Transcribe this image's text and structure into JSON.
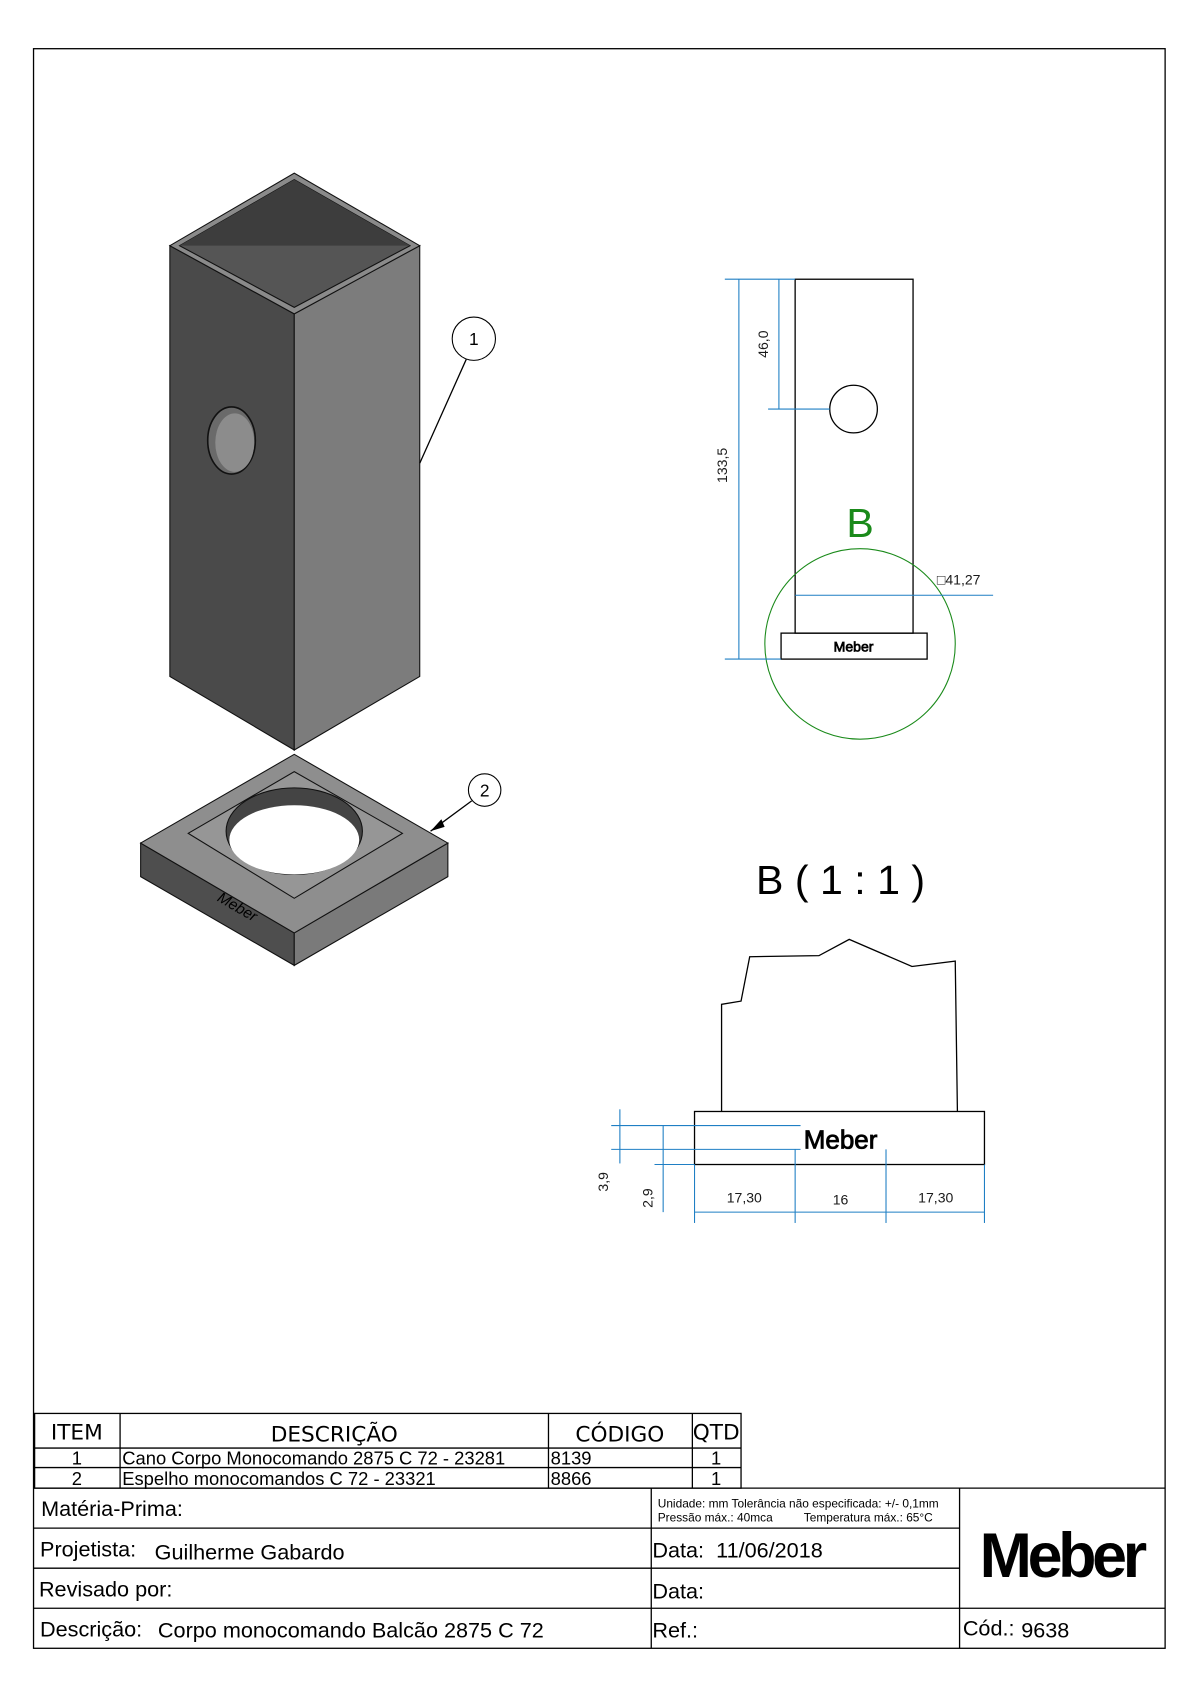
{
  "drawing": {
    "balloons": [
      "1",
      "2"
    ],
    "dimensions": {
      "overall_height": "133,5",
      "hole_offset": "46,0",
      "square_size": "□41,27",
      "detail_marker": "B",
      "detail_title": "B ( 1 : 1 )",
      "detail_heights": [
        "3,9",
        "2,9"
      ],
      "detail_widths": [
        "17,30",
        "16",
        "17,30"
      ]
    },
    "part_marking": "Meber",
    "colors": {
      "detail": "#1a8a1a",
      "dimension": "#1f7fc4",
      "dark_face": "#4a4a4a",
      "light_face": "#7c7c7c"
    }
  },
  "parts_list": {
    "headers": [
      "ITEM",
      "DESCRIÇÃO",
      "CÓDIGO",
      "QTD"
    ],
    "rows": [
      [
        "1",
        "Cano Corpo Monocomando 2875 C 72 - 23281",
        "8139",
        "1"
      ],
      [
        "2",
        "Espelho monocomandos C 72 - 23321",
        "8866",
        "1"
      ]
    ]
  },
  "title_block": {
    "materia_prima_label": "Matéria-Prima:",
    "specs_line1": "Unidade: mm Tolerância não especificada: +/- 0,1mm",
    "specs_line2a": "Pressão máx.: 40mca",
    "specs_line2b": "Temperatura máx.: 65°C",
    "projetista_label": "Projetista:",
    "projetista_value": "Guilherme Gabardo",
    "data_label": "Data:",
    "data_value": "11/06/2018",
    "revisado_label": "Revisado por:",
    "data2_label": "Data:",
    "descricao_label": "Descrição:",
    "descricao_value": "Corpo monocomando Balcão 2875 C 72",
    "ref_label": "Ref.:",
    "cod_label": "Cód.:",
    "cod_value": "9638",
    "logo": "Meber"
  }
}
